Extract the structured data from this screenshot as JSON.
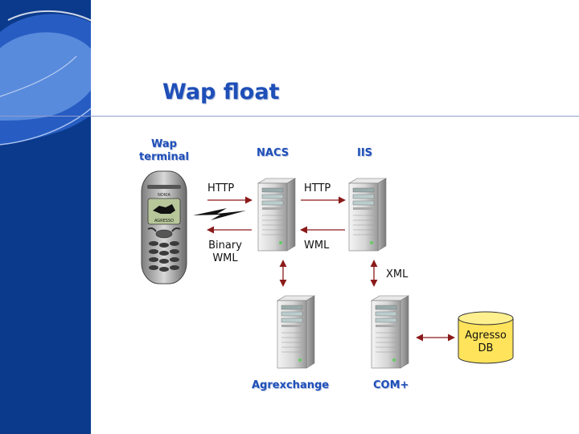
{
  "slide": {
    "title": "Wap float"
  },
  "labels": {
    "wap_terminal": [
      "Wap",
      "terminal"
    ],
    "nacs": "NACS",
    "iis": "IIS",
    "http_left": "HTTP",
    "http_right": "HTTP",
    "binary_wml": [
      "Binary",
      "WML"
    ],
    "wml": "WML",
    "xml": "XML",
    "agrexchange": "Agrexchange",
    "com_plus": "COM+",
    "agresso_db": [
      "Agresso",
      "DB"
    ]
  },
  "phone": {
    "brand": "NOKIA",
    "screen_text": "AGRESSO"
  },
  "colors": {
    "sidebar": "#0b3a8c",
    "title": "#1e4fb8",
    "arrow": "#8b1a1a",
    "database": "#ffe35a"
  },
  "icons": [
    "server-icon",
    "wireless-lightning-icon",
    "database-icon",
    "mobile-phone-icon"
  ]
}
